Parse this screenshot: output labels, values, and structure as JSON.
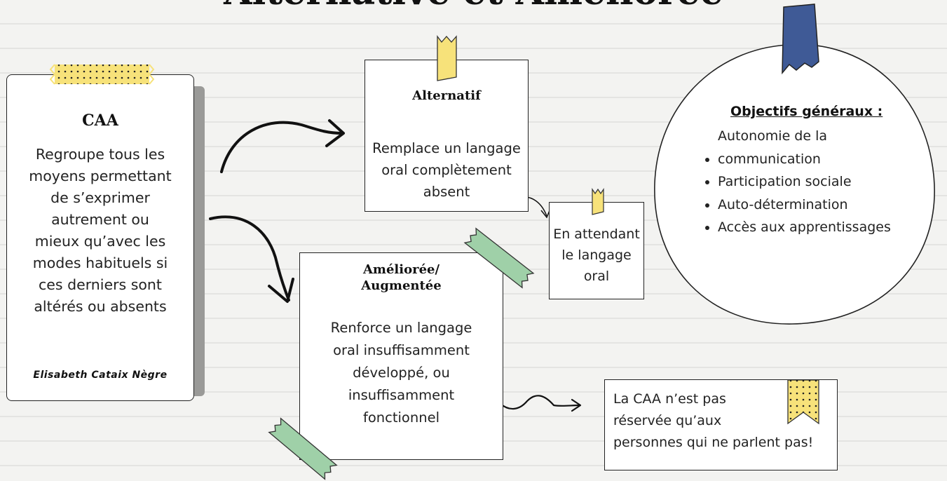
{
  "title": "Alternative et Améliorée",
  "caa": {
    "heading": "CAA",
    "lines": [
      "Regroupe tous les",
      "moyens permettant",
      "de s’exprimer",
      "autrement ou",
      "mieux qu’avec les",
      "modes habituels si",
      "ces derniers sont",
      "altérés ou absents"
    ],
    "signature": "Elisabeth Cataix Nègre"
  },
  "alternatif": {
    "heading": "Alternatif",
    "lines": [
      "Remplace un langage",
      "oral complètement",
      "absent"
    ]
  },
  "en_attendant": {
    "lines": [
      "En attendant",
      "le langage",
      "oral"
    ]
  },
  "amelioree": {
    "heading_lines": [
      "Améliorée/",
      "Augmentée"
    ],
    "lines": [
      "Renforce un langage",
      "oral insuffisamment",
      "développé, ou",
      "insuffisamment",
      "fonctionnel"
    ]
  },
  "objectifs": {
    "heading": "Objectifs généraux :",
    "items": [
      "Autonomie de la communication",
      "Participation sociale",
      "Auto-détermination",
      "Accès aux apprentissages"
    ]
  },
  "note": {
    "lines": [
      "La CAA n’est pas",
      "réservée qu’aux",
      "personnes qui ne parlent pas!"
    ]
  },
  "colors": {
    "tape_yellow": "#f7e27a",
    "tape_green": "#9fd0a8",
    "tape_blue": "#3f5a96"
  }
}
